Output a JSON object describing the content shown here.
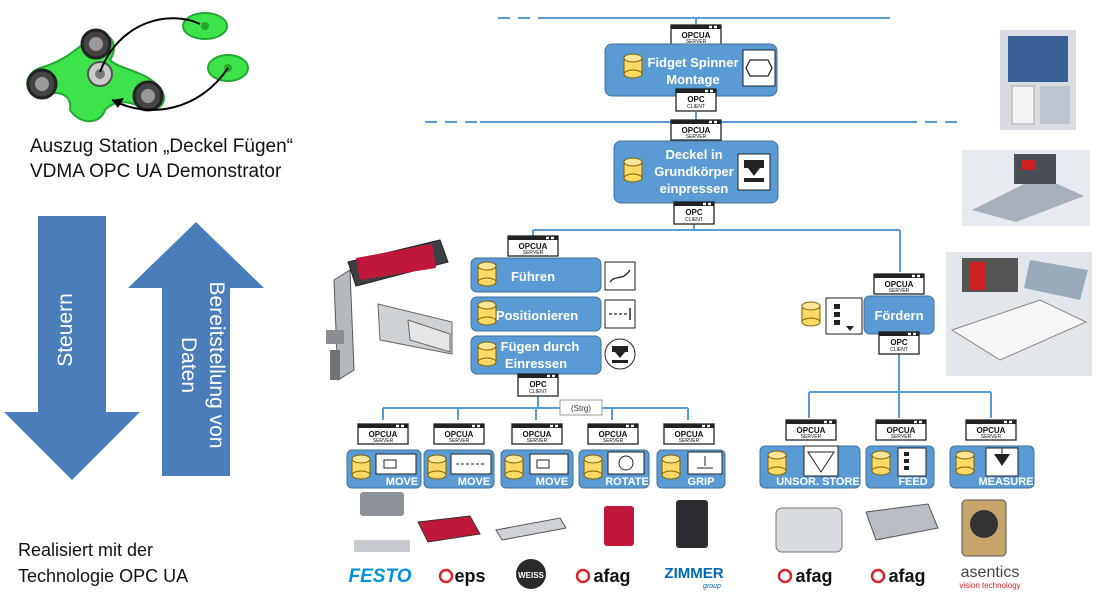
{
  "left": {
    "caption_line1": "Auszug Station „Deckel Fügen“",
    "caption_line2": "VDMA OPC UA Demonstrator",
    "arrow_down_label": "Steuern",
    "arrow_up_label_line1": "Bereitstellung von",
    "arrow_up_label_line2": "Daten",
    "footer_line1": "Realisiert mit der",
    "footer_line2": "Technologie OPC UA"
  },
  "opc": {
    "server_logo": "OPCUA",
    "server_text": "SERVER",
    "client_logo": "OPC",
    "client_text": "CLIENT"
  },
  "nodes": {
    "top_line1": "Fidget Spinner",
    "top_line2": "Montage",
    "deckel_line1": "Deckel in",
    "deckel_line2": "Grundkörper",
    "deckel_line3": "einpressen",
    "fuehren": "Führen",
    "positionieren": "Positionieren",
    "fuegen_line1": "Fügen durch",
    "fuegen_line2": "Einressen",
    "foerdern": "Fördern"
  },
  "paste_tag": "(Strg)",
  "devices": [
    {
      "label": "MOVE"
    },
    {
      "label": "MOVE"
    },
    {
      "label": "MOVE"
    },
    {
      "label": "ROTATE"
    },
    {
      "label": "GRIP"
    },
    {
      "label": "UNSOR. STORE"
    },
    {
      "label": "FEED"
    },
    {
      "label": "MEASURE"
    }
  ],
  "brands": {
    "festo": "FESTO",
    "eps": "eps",
    "weiss": "WEISS",
    "afag1": "afag",
    "zimmer": "ZIMMER",
    "zimmer_sub": "group",
    "afag2": "afag",
    "afag3": "afag",
    "asentics": "asentics",
    "asentics_sub": "vision technology"
  },
  "colors": {
    "arrow": "#4a7ebb",
    "node": "#5b9bd5",
    "line": "#5b9bd5",
    "cylinder": "#ffd966",
    "festo": "#0091dc",
    "red": "#d7262b",
    "zimmer": "#0068b4"
  }
}
